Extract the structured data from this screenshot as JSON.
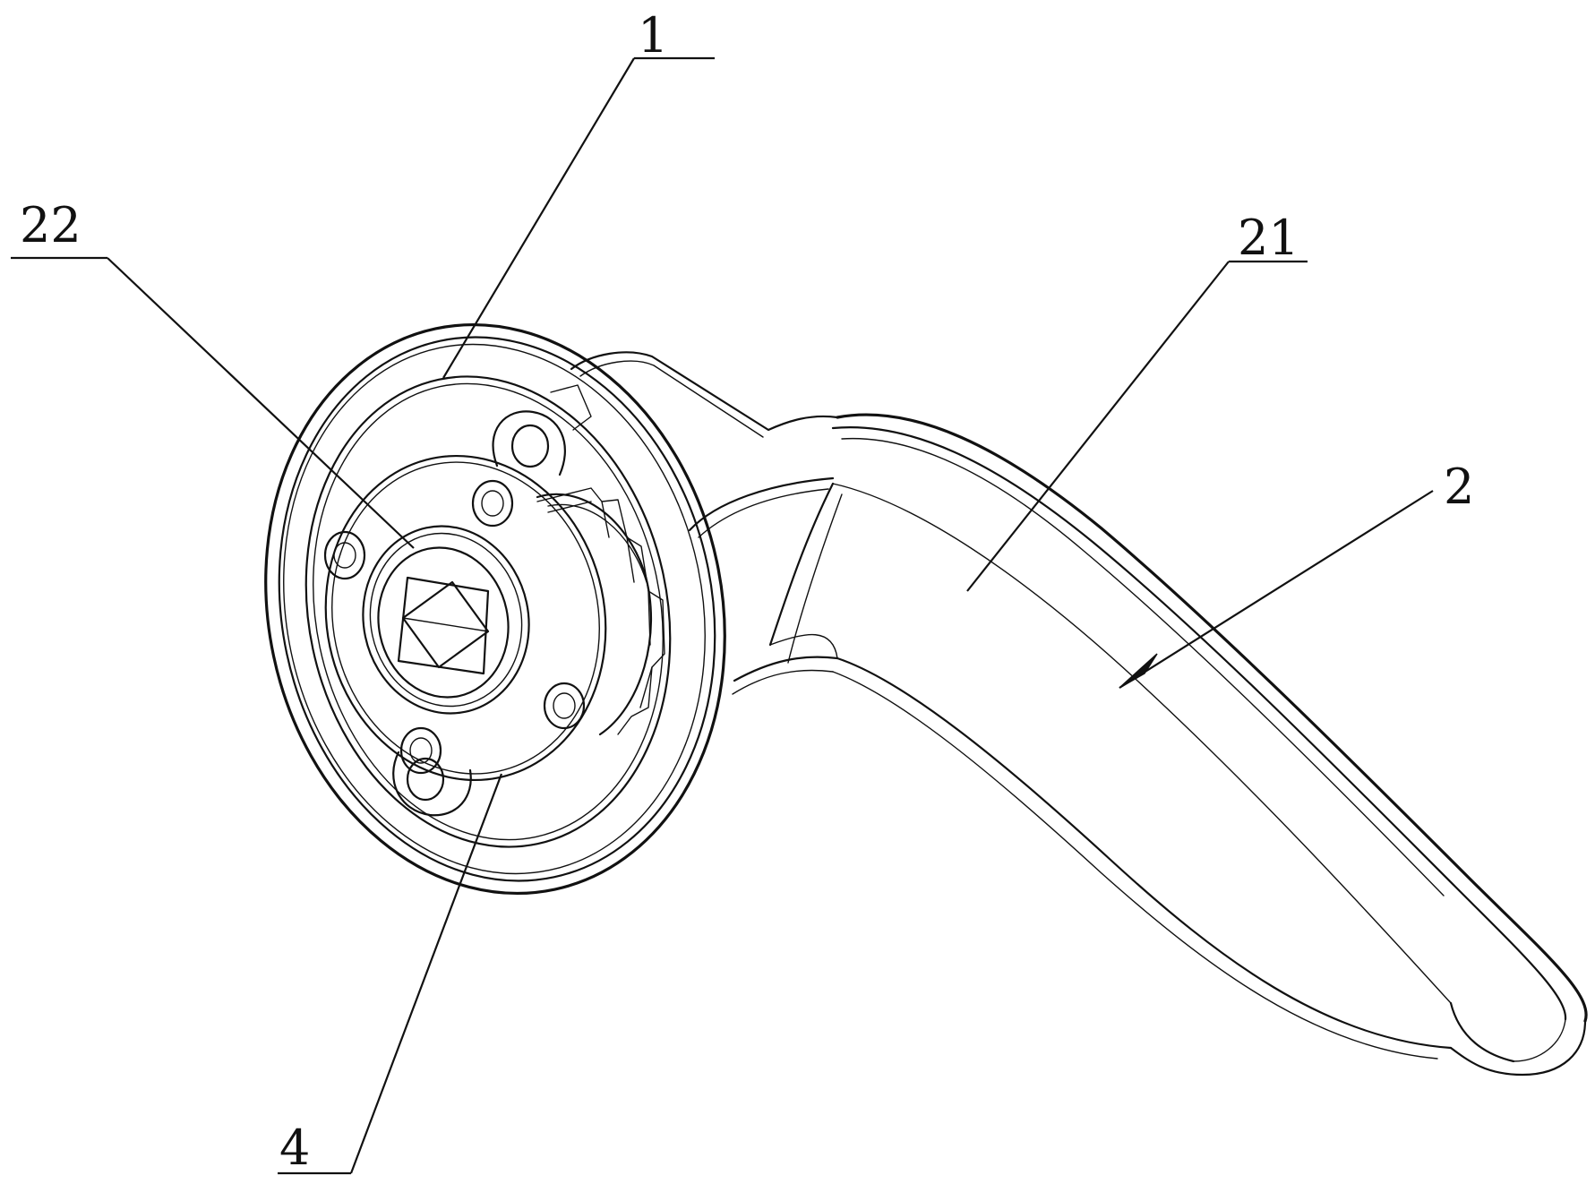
{
  "figure": {
    "labels": [
      {
        "id": "label-1",
        "text": "1"
      },
      {
        "id": "label-22",
        "text": "22"
      },
      {
        "id": "label-21",
        "text": "21"
      },
      {
        "id": "label-2",
        "text": "2"
      },
      {
        "id": "label-4",
        "text": "4"
      }
    ]
  }
}
